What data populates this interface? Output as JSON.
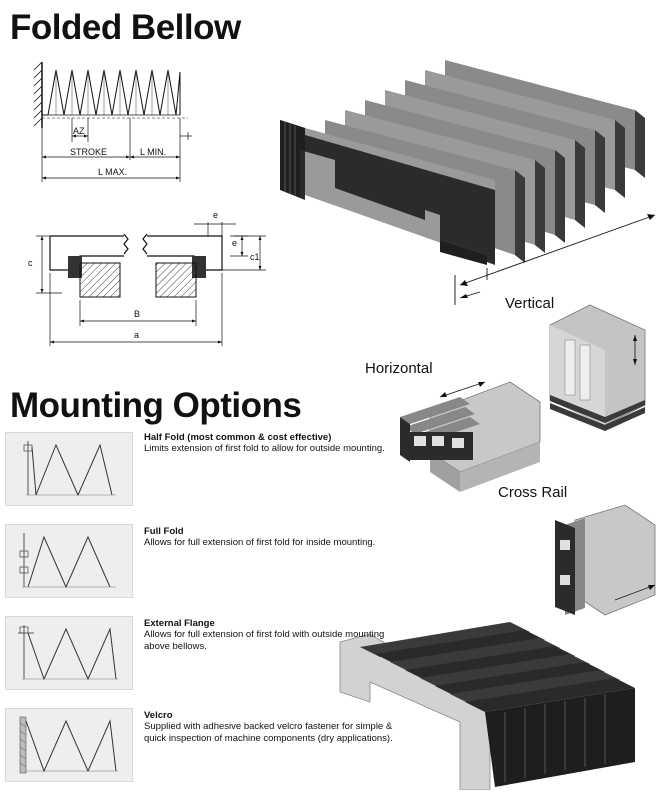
{
  "headings": {
    "folded_bellow": "Folded Bellow",
    "mounting_options": "Mounting Options"
  },
  "diagram_labels": {
    "az": "AZ",
    "stroke": "STROKE",
    "l_min": "L MIN.",
    "l_max": "L MAX.",
    "e1": "e",
    "e2": "e",
    "c": "c",
    "c1": "c1",
    "b": "B",
    "a": "a"
  },
  "orientation_labels": {
    "vertical": "Vertical",
    "horizontal": "Horizontal",
    "cross_rail": "Cross Rail"
  },
  "options": [
    {
      "title": "Half Fold (most common & cost effective)",
      "desc": "Limits extension of first fold to allow for outside mounting."
    },
    {
      "title": "Full Fold",
      "desc": "Allows for full extension of first fold for inside mounting."
    },
    {
      "title": "External Flange",
      "desc": "Allows for full extension of first fold with outside mounting above bellows."
    },
    {
      "title": "Velcro",
      "desc": "Supplied with adhesive backed velcro fastener for simple & quick inspection of machine components (dry applications)."
    }
  ],
  "colors": {
    "bellow_dark": "#2b2b2b",
    "bellow_mid": "#6b6b6b",
    "bellow_light": "#9a9a9a",
    "steel": "#c8c8c8"
  }
}
